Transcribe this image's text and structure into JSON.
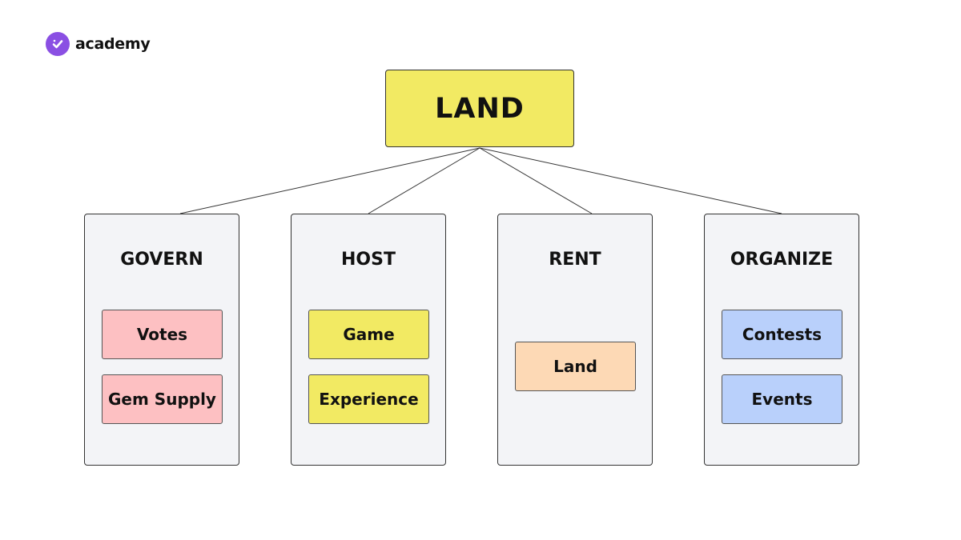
{
  "brand": {
    "name": "academy"
  },
  "colors": {
    "root_fill": "#f2ea63",
    "column_fill": "#f3f4f7",
    "govern_items": "#fdc0c2",
    "host_items": "#f2ea63",
    "rent_items": "#fdd9b5",
    "organize_items": "#b9d0fb",
    "logo": "#8a4fe3"
  },
  "root": {
    "label": "LAND"
  },
  "columns": [
    {
      "title": "GOVERN",
      "items": [
        "Votes",
        "Gem Supply"
      ]
    },
    {
      "title": "HOST",
      "items": [
        "Game",
        "Experience"
      ]
    },
    {
      "title": "RENT",
      "items": [
        "Land"
      ]
    },
    {
      "title": "ORGANIZE",
      "items": [
        "Contests",
        "Events"
      ]
    }
  ]
}
